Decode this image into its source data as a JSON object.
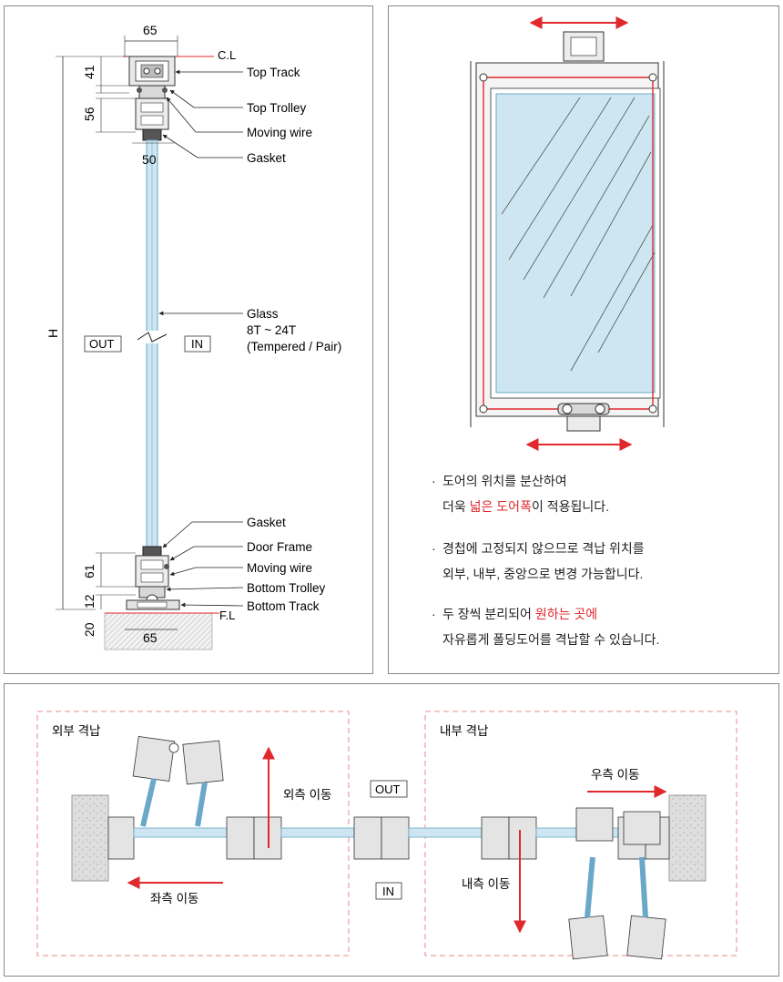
{
  "section_detail": {
    "dim_top_width": "65",
    "dim_41": "41",
    "dim_56": "56",
    "dim_50": "50",
    "dim_H": "H",
    "dim_61": "61",
    "dim_12": "12",
    "dim_20": "20",
    "dim_bottom_width": "65",
    "label_cl": "C.L",
    "label_fl": "F.L",
    "label_top_track": "Top Track",
    "label_top_trolley": "Top Trolley",
    "label_moving_wire_top": "Moving wire",
    "label_gasket_top": "Gasket",
    "label_glass": "Glass",
    "label_glass_thickness": "8T ~ 24T",
    "label_glass_type": "(Tempered / Pair)",
    "label_out": "OUT",
    "label_in": "IN",
    "label_gasket_bottom": "Gasket",
    "label_door_frame": "Door Frame",
    "label_moving_wire_bottom": "Moving wire",
    "label_bottom_trolley": "Bottom Trolley",
    "label_bottom_track": "Bottom Track"
  },
  "features": {
    "b1_line1": "도어의 위치를 분산하여",
    "b1_line2_pre": "더욱 ",
    "b1_line2_red": "넓은 도어폭",
    "b1_line2_post": "이 적용됩니다.",
    "b2_line1": "경첩에 고정되지 않으므로 격납 위치를",
    "b2_line2": "외부, 내부, 중앙으로 변경 가능합니다.",
    "b3_line1_pre": "두 장씩 분리되어 ",
    "b3_line1_red": "원하는 곳에",
    "b3_line2": "자유롭게 폴딩도어를 격납할 수 있습니다."
  },
  "plan": {
    "box_outer_title": "외부 격납",
    "box_inner_title": "내부 격납",
    "label_outward": "외측 이동",
    "label_left": "좌측 이동",
    "label_inward": "내측 이동",
    "label_right": "우측 이동",
    "label_out": "OUT",
    "label_in": "IN"
  },
  "colors": {
    "accent_red": "#e0282d",
    "glass_blue": "#cde6f2",
    "profile_gray": "#e4e4e4",
    "concrete": "#dedede"
  }
}
